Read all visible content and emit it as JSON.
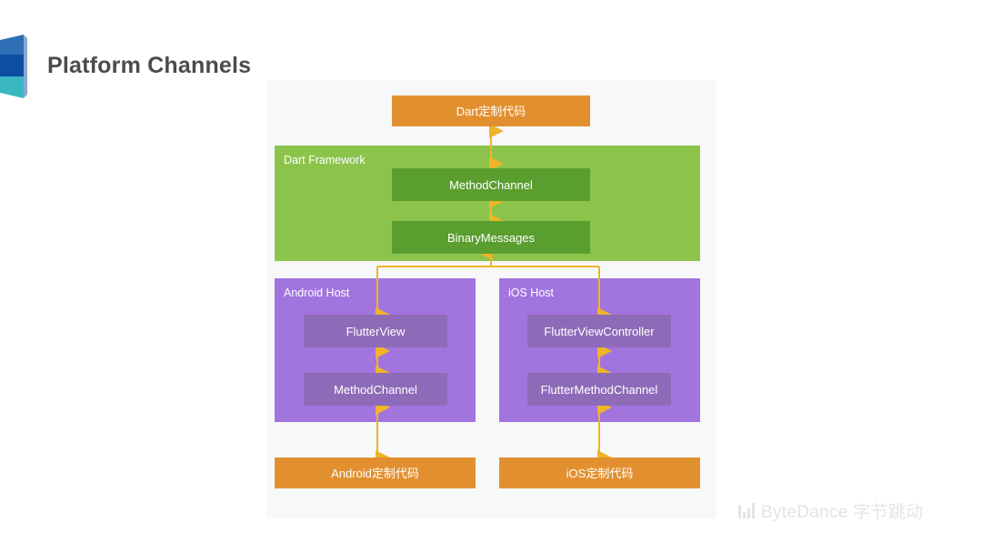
{
  "slide": {
    "title": "Platform Channels",
    "title_color": "#4b4b4d",
    "background": "#ffffff"
  },
  "brand_mark": {
    "icon": "bytedance-layered-logo-icon",
    "colors": {
      "top": "#2f6fb5",
      "middle": "#0b4ea2",
      "bottom": "#3ab6c3",
      "edge": "#2b63a6"
    }
  },
  "diagram": {
    "background": "#f7f8fa",
    "palette": {
      "orange": "#e2902f",
      "green_light": "#8cc44b",
      "green_dark": "#5b9e30",
      "purple_light": "#a274de",
      "purple_dark": "#8e6bb8",
      "arrow": "#f0b429"
    },
    "nodes": {
      "dart_custom_code": "Dart定制代码",
      "dart_framework_label": "Dart Framework",
      "method_channel_dart": "MethodChannel",
      "binary_messages": "BinaryMessages",
      "android_host_label": "Android Host",
      "flutter_view": "FlutterView",
      "method_channel_android": "MethodChannel",
      "android_custom_code": "Android定制代码",
      "ios_host_label": "iOS Host",
      "flutter_view_controller": "FlutterViewController",
      "flutter_method_channel": "FlutterMethodChannel",
      "ios_custom_code": "iOS定制代码"
    }
  },
  "watermark": {
    "icon": "bytedance-bars-icon",
    "text": "ByteDance 字节跳动",
    "color": "#e3e4e8"
  }
}
